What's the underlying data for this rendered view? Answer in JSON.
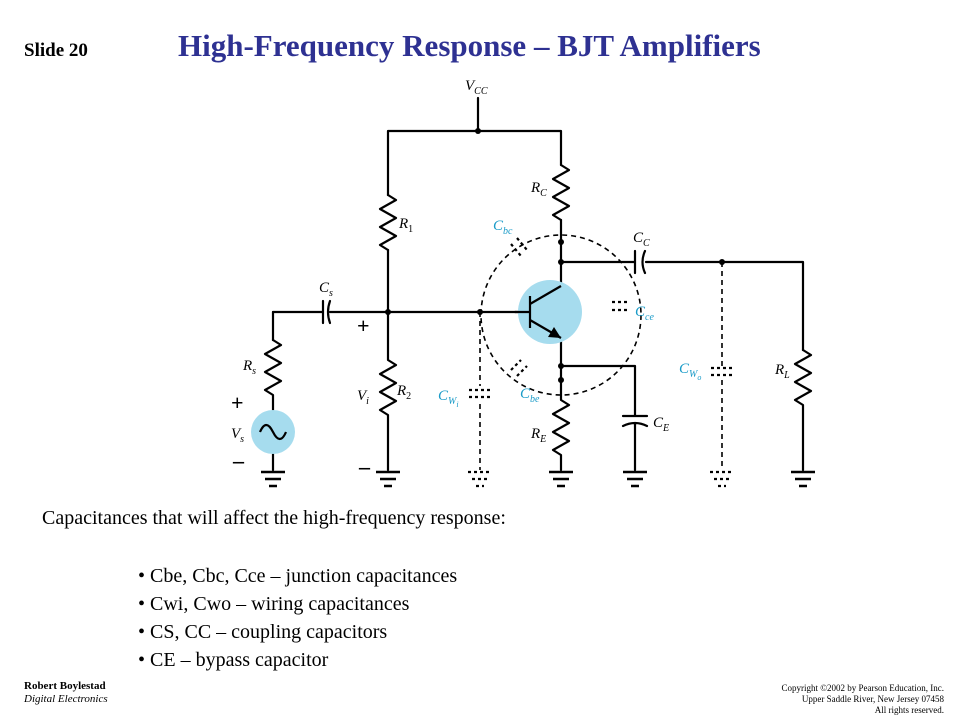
{
  "slide": {
    "number_label": "Slide 20",
    "title": "High-Frequency Response – BJT Amplifiers"
  },
  "circuit": {
    "supply_label": "V",
    "supply_sub": "CC",
    "labels": {
      "r1": "R",
      "r1_sub": "1",
      "r2": "R",
      "r2_sub": "2",
      "rc": "R",
      "rc_sub": "C",
      "re": "R",
      "re_sub": "E",
      "rs": "R",
      "rs_sub": "s",
      "rl": "R",
      "rl_sub": "L",
      "cs": "C",
      "cs_sub": "s",
      "cc": "C",
      "cc_sub": "C",
      "ce": "C",
      "ce_sub": "E",
      "cbc": "C",
      "cbc_sub": "bc",
      "cce": "C",
      "cce_sub": "ce",
      "cbe": "C",
      "cbe_sub": "be",
      "cwi": "C",
      "cwi_sub": "W",
      "cwi_subsub": "i",
      "cwo": "C",
      "cwo_sub": "W",
      "cwo_subsub": "o",
      "vi": "V",
      "vi_sub": "i",
      "vs": "V",
      "vs_sub": "s",
      "plus": "+",
      "minus": "–"
    },
    "colors": {
      "wire": "#000000",
      "capacitance_label": "#1a9bc8",
      "source_fill": "#a6dcee",
      "transistor_fill": "#a6dcee"
    }
  },
  "content": {
    "intro": "Capacitances that will affect the high-frequency response:",
    "bullets": [
      "Cbe, Cbc, Cce – junction capacitances",
      "Cwi, Cwo – wiring capacitances",
      "CS, CC – coupling capacitors",
      "CE – bypass capacitor"
    ]
  },
  "footer": {
    "author": "Robert Boylestad",
    "course": "Digital Electronics",
    "copyright_lines": [
      "Copyright ©2002 by Pearson Education, Inc.",
      "Upper Saddle River, New Jersey 07458",
      "All rights reserved."
    ]
  }
}
